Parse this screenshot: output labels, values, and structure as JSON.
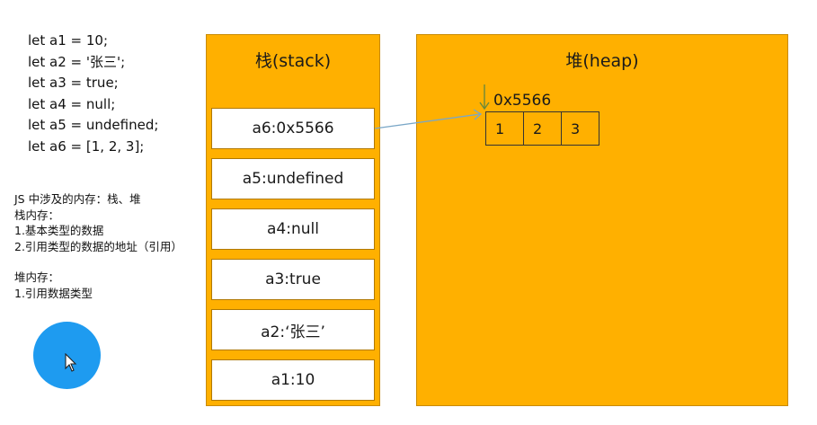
{
  "code_lines": [
    "let a1 = 10;",
    "let a2 = '张三';",
    "let a3 = true;",
    "let a4 = null;",
    "let a5 = undefined;",
    "let a6 = [1, 2, 3];"
  ],
  "notes": {
    "line1": "JS 中涉及的内存：栈、堆",
    "line2": "栈内存：",
    "line3": "1.基本类型的数据",
    "line4": "2.引用类型的数据的地址（引用）",
    "line5": "堆内存：",
    "line6": "1.引用数据类型"
  },
  "stack": {
    "title": "栈(stack)",
    "slots": [
      "a6:0x5566",
      "a5:undefined",
      "a4:null",
      "a3:true",
      "a2:‘张三’",
      "a1:10"
    ]
  },
  "heap": {
    "title": "堆(heap)",
    "address": "0x5566",
    "cells": [
      "1",
      "2",
      "3"
    ]
  },
  "colors": {
    "panel": "#ffb000",
    "arrow": "#7aa7c7",
    "pointer": "#6b8a3a",
    "cursor": "#1e9bf0"
  },
  "icons": {
    "cursor": "mouse-pointer-icon"
  }
}
